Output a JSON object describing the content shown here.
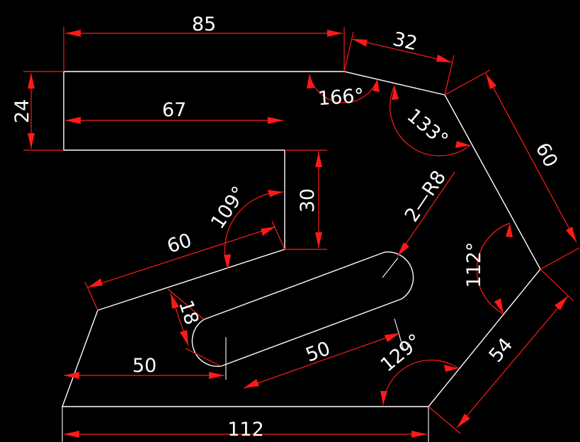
{
  "drawing": {
    "colors": {
      "background": "#000000",
      "outline": "#ffffff",
      "dimension": "#ff1a1a",
      "text": "#ffffff"
    },
    "dimensions": {
      "top_width": "85",
      "left_height": "24",
      "inner_width": "67",
      "step_height": "30",
      "slant_length": "60",
      "angle_166": "166°",
      "angle_133": "133°",
      "top_edge_32": "32",
      "right_edge_60": "60",
      "slot_radius": "2—R8",
      "angle_109": "109°",
      "slot_width": "18",
      "slot_length": "50",
      "bottom_offset": "50",
      "angle_129": "129°",
      "angle_112": "112°",
      "edge_54": "54",
      "bottom_width": "112"
    }
  }
}
